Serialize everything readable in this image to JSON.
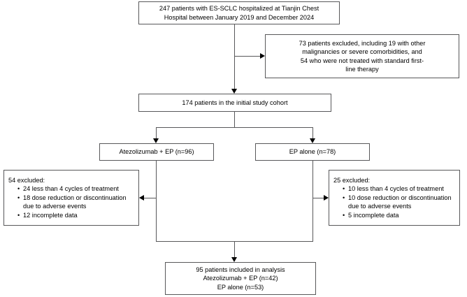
{
  "diagram": {
    "type": "consort-flow-diagram",
    "nodes": {
      "enrollment": {
        "lines": [
          "247 patients with ES-SCLC hospitalized at Tianjin Chest",
          "Hospital between January 2019 and December 2024"
        ]
      },
      "excluded_initial": {
        "lines": [
          "73 patients excluded, including 19 with other",
          "malignancies or severe comorbidities, and",
          "54 who were not treated with standard first-",
          "line therapy"
        ]
      },
      "initial_cohort": {
        "lines": [
          "174 patients in the initial study cohort"
        ]
      },
      "arm_atezolizumab": {
        "lines": [
          "Atezolizumab + EP (n=96)"
        ]
      },
      "arm_ep_alone": {
        "lines": [
          "EP alone (n=78)"
        ]
      },
      "excluded_left": {
        "title": "54 excluded:",
        "items": [
          {
            "text": "24 less than 4 cycles of treatment",
            "cont": ""
          },
          {
            "text": "18 dose reduction or discontinuation",
            "cont": "due to adverse events"
          },
          {
            "text": "12 incomplete data",
            "cont": ""
          }
        ]
      },
      "excluded_right": {
        "title": "25 excluded:",
        "items": [
          {
            "text": "10 less than 4 cycles of treatment",
            "cont": ""
          },
          {
            "text": "10 dose reduction or discontinuation",
            "cont": "due to adverse events"
          },
          {
            "text": "5 incomplete data",
            "cont": ""
          }
        ]
      },
      "analysis": {
        "lines": [
          "95 patients included in analysis",
          "Atezolizumab + EP (n=42)",
          "EP alone (n=53)"
        ]
      }
    },
    "colors": {
      "border": "#58585a",
      "arrow": "#000000",
      "background": "#ffffff",
      "text": "#000000"
    }
  }
}
